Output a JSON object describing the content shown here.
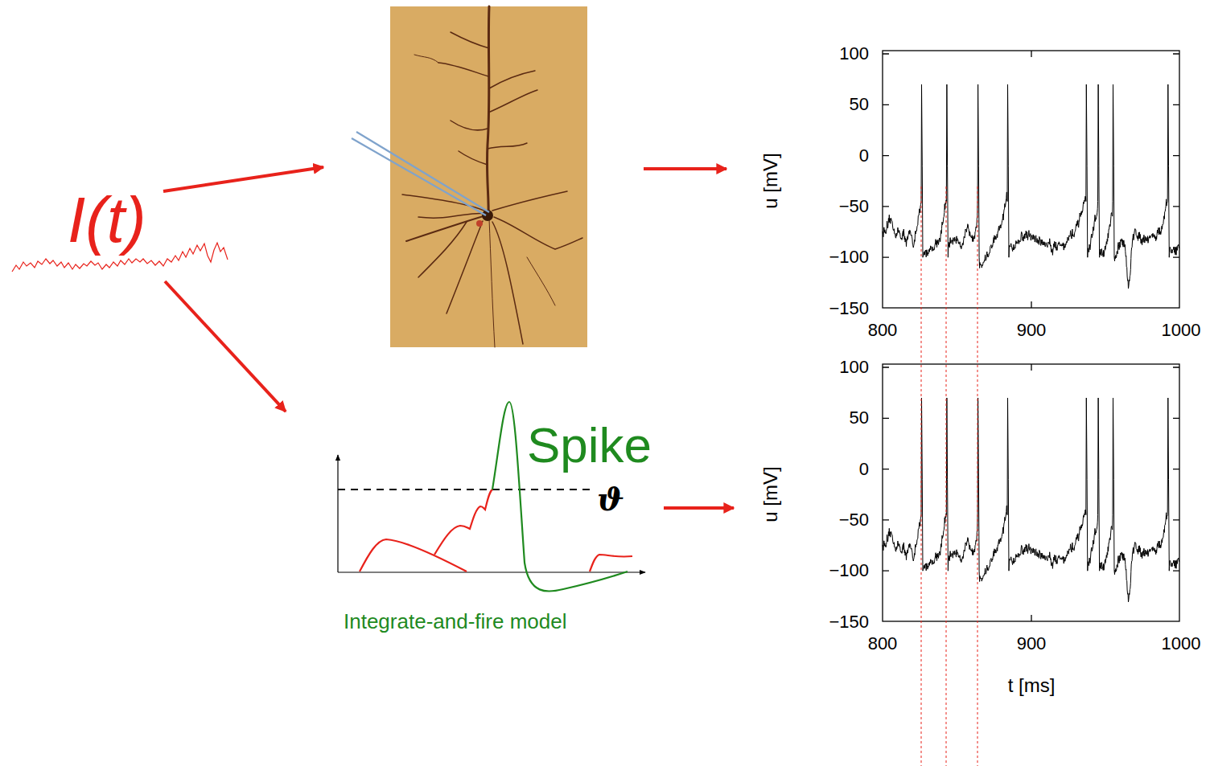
{
  "diagram": {
    "nodes": [
      {
        "text": [
          "I(t)"
        ]
      },
      {
        "text": [
          "100",
          "50",
          "0",
          "−50",
          "−100",
          "−150",
          "800",
          "900",
          "1000",
          "u [mV]"
        ]
      },
      {
        "text": [
          "Spike",
          "ϑ",
          "Integrate-and-fire model"
        ]
      },
      {
        "text": [
          "100",
          "50",
          "0",
          "−50",
          "−100",
          "−150",
          "800",
          "900",
          "1000",
          "u [mV]",
          "t [ms]"
        ]
      }
    ],
    "edges": [
      {
        "from": 0,
        "to": 2,
        "arrow": "to"
      },
      {
        "from": 2,
        "to": 3,
        "arrow": "to"
      }
    ]
  }
}
